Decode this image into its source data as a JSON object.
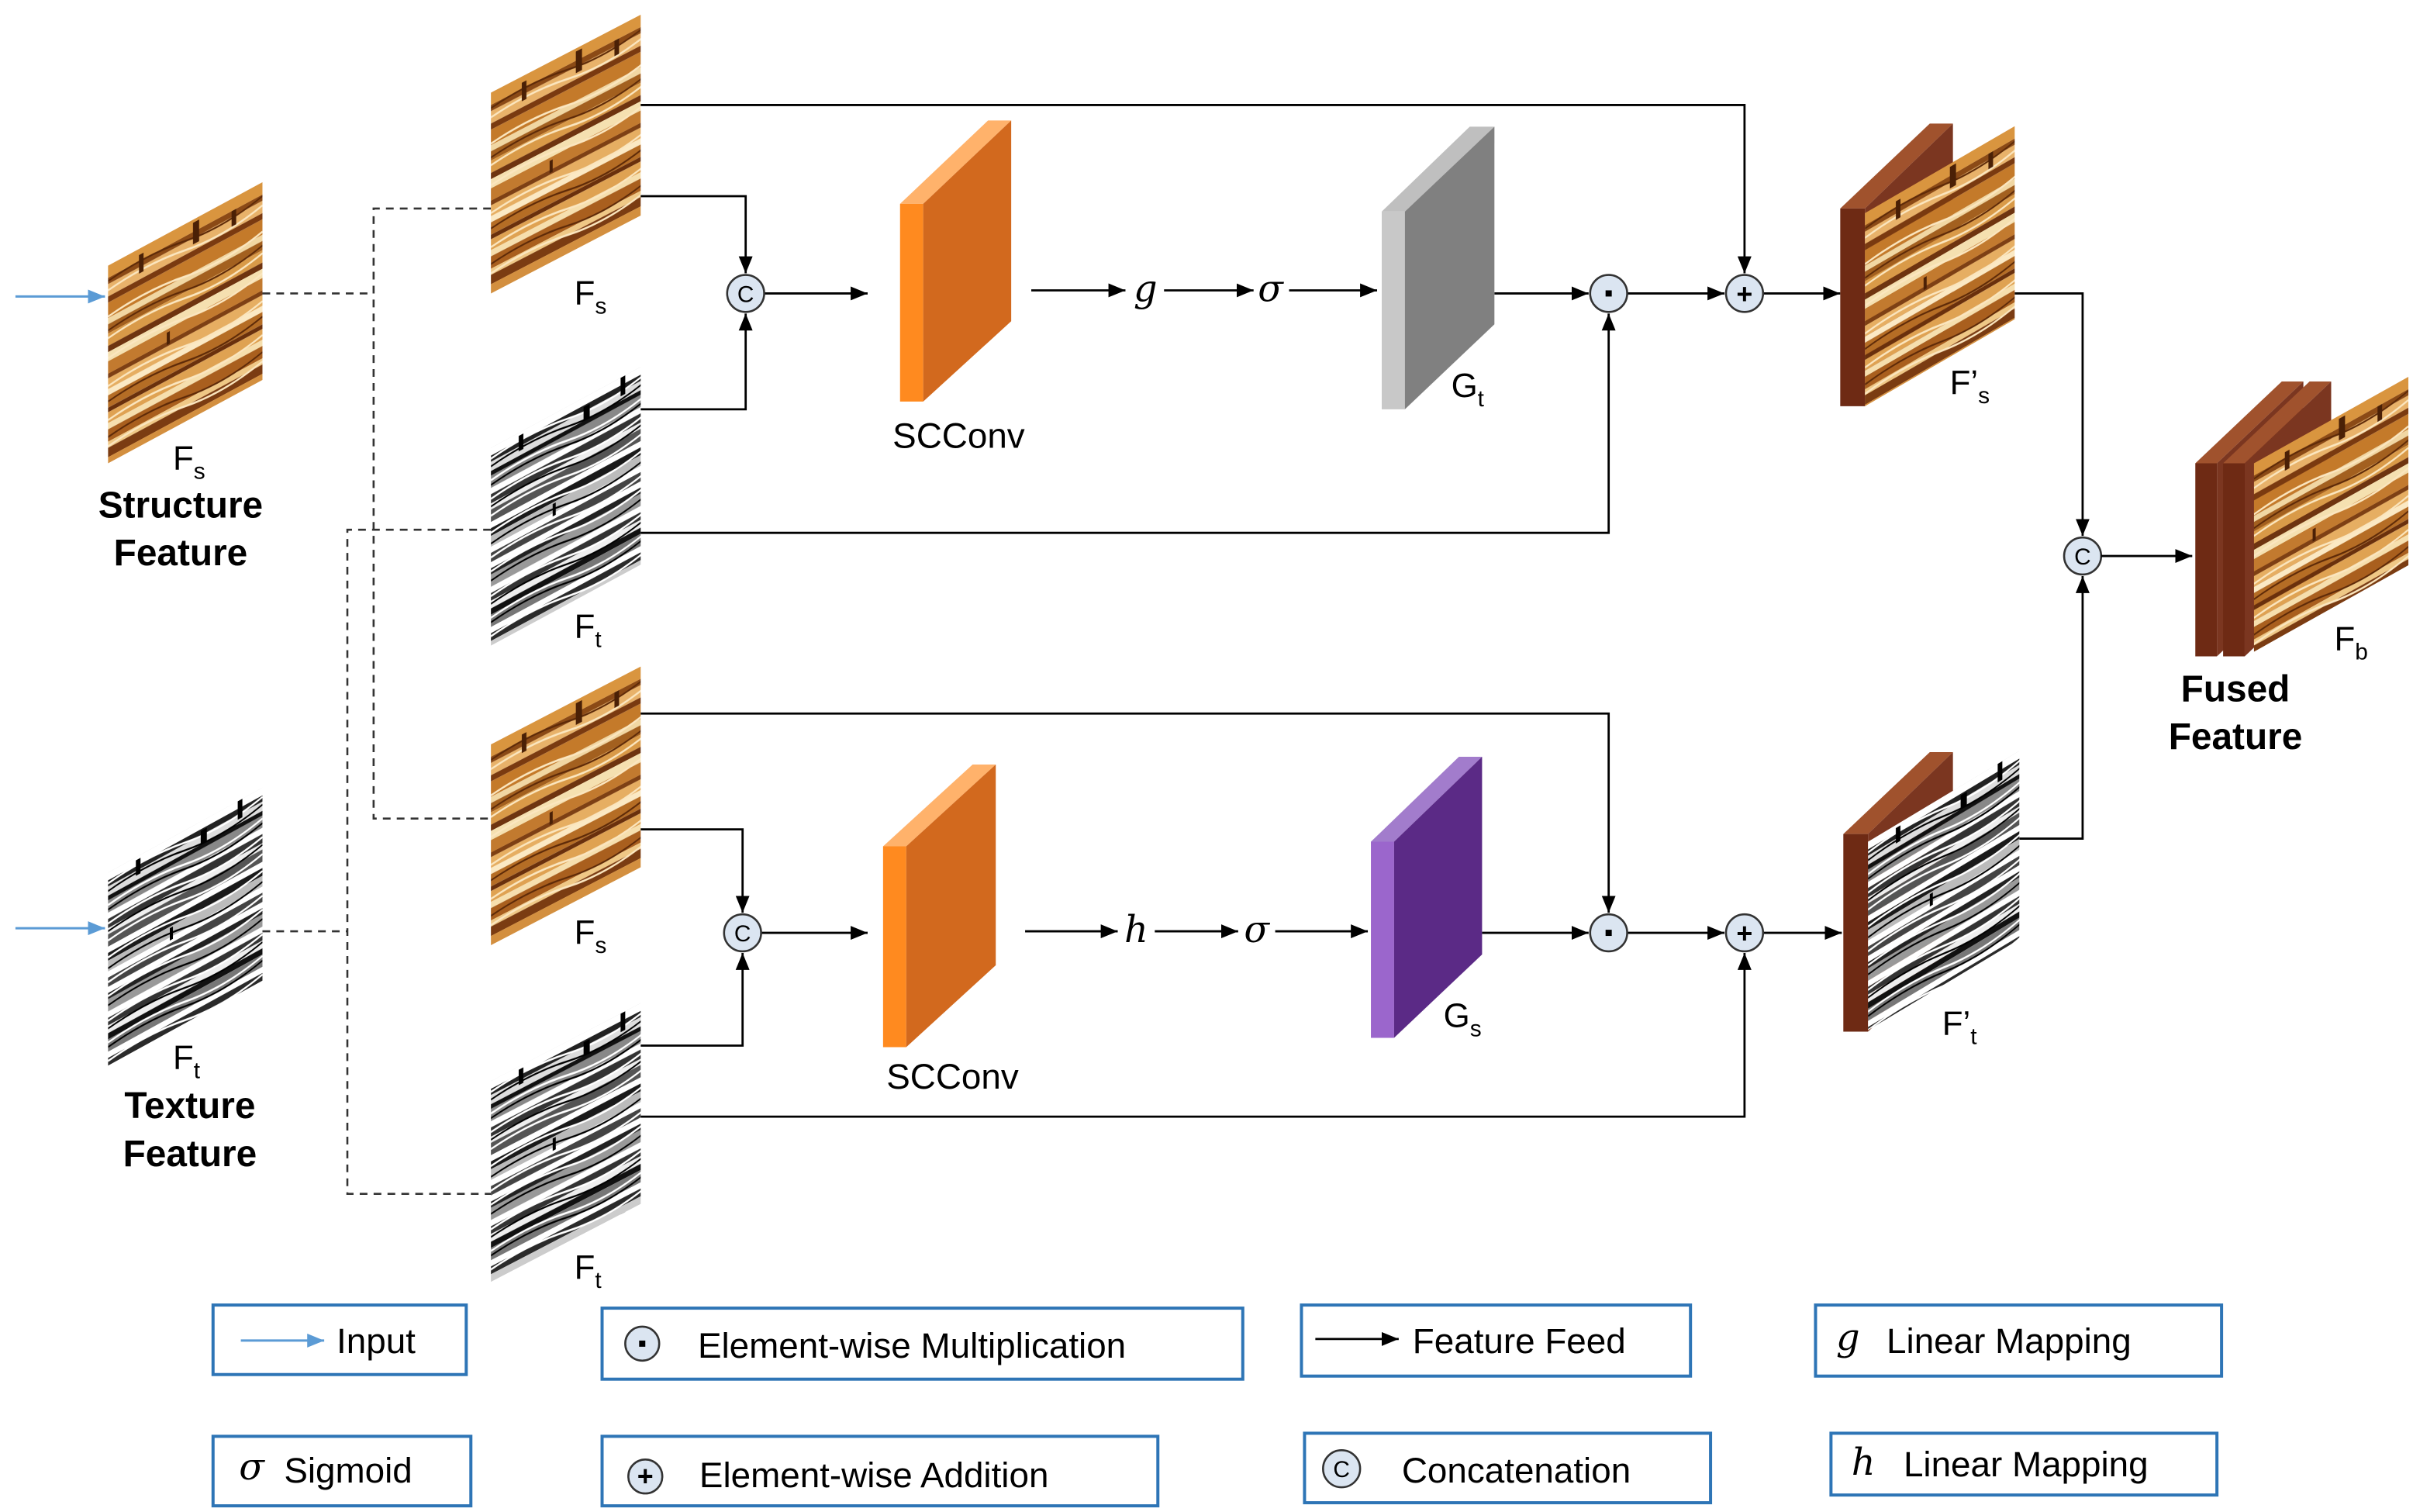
{
  "colors": {
    "input_arrow": "#5b9bd5",
    "feed_arrow": "#000000",
    "scconv": "#d2691e",
    "gate_t": "#808080",
    "gate_s": "#5b2a86",
    "output_slab": "#7b3620",
    "operator_fill": "#dbe5f1",
    "legend_border": "#2e75b6"
  },
  "inputs": {
    "structure": {
      "name": {
        "base": "F",
        "sub": "s"
      },
      "title": [
        "Structure",
        "Feature"
      ]
    },
    "texture": {
      "name": {
        "base": "F",
        "sub": "t"
      },
      "title": [
        "Texture",
        "Feature"
      ]
    }
  },
  "branches": {
    "top": {
      "fs": {
        "base": "F",
        "sub": "s"
      },
      "ft": {
        "base": "F",
        "sub": "t"
      },
      "conv": "SCConv",
      "mapping": "g",
      "activation": "σ",
      "gate": {
        "base": "G",
        "sub": "t"
      },
      "output": {
        "base": "F’",
        "sub": "s"
      }
    },
    "bottom": {
      "fs": {
        "base": "F",
        "sub": "s"
      },
      "ft": {
        "base": "F",
        "sub": "t"
      },
      "conv": "SCConv",
      "mapping": "h",
      "activation": "σ",
      "gate": {
        "base": "G",
        "sub": "s"
      },
      "output": {
        "base": "F’",
        "sub": "t"
      }
    }
  },
  "operators": {
    "concat": "C",
    "add": "+"
  },
  "fused": {
    "name": {
      "base": "F",
      "sub": "b"
    },
    "title": [
      "Fused",
      "Feature"
    ]
  },
  "legend": [
    {
      "icon": "input-arrow-icon",
      "label": "Input"
    },
    {
      "icon": "multiply-operator-icon",
      "label": "Element-wise Multiplication"
    },
    {
      "icon": "feature-feed-arrow-icon",
      "label": "Feature Feed"
    },
    {
      "symbol": "g",
      "label": "Linear Mapping"
    },
    {
      "symbol": "σ",
      "label": "Sigmoid"
    },
    {
      "icon": "add-operator-icon",
      "symbol": "+",
      "label": "Element-wise Addition"
    },
    {
      "icon": "concat-operator-icon",
      "symbol": "C",
      "label": "Concatenation"
    },
    {
      "symbol": "h",
      "label": "Linear Mapping"
    }
  ]
}
